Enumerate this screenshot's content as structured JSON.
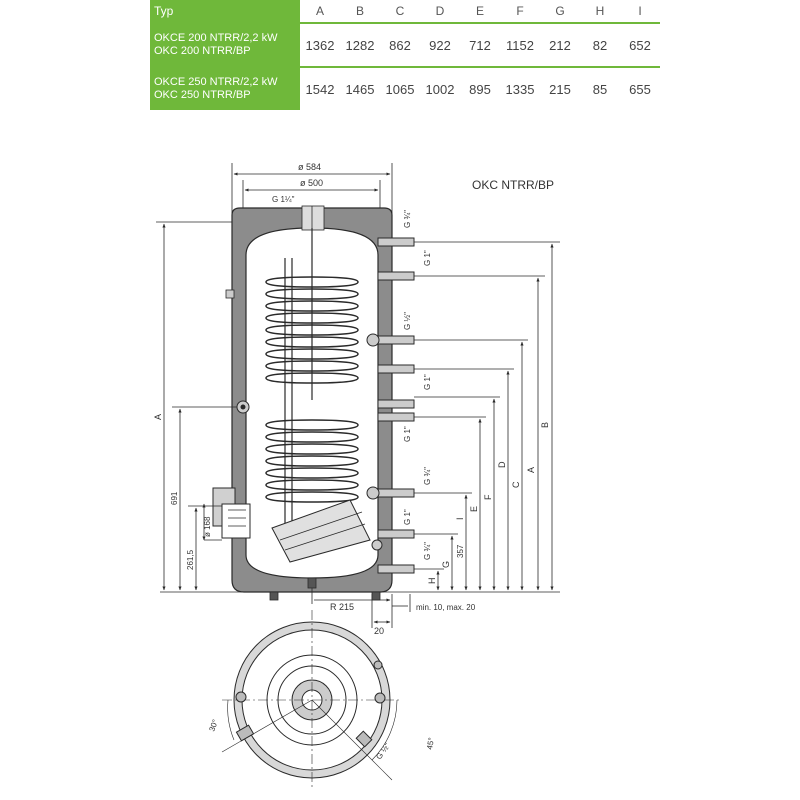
{
  "table": {
    "header": [
      "Typ",
      "A",
      "B",
      "C",
      "D",
      "E",
      "F",
      "G",
      "H",
      "I"
    ],
    "rows": [
      {
        "models": [
          "OKCE 200 NTRR/2,2 kW",
          "OKC 200 NTRR/BP"
        ],
        "values": [
          "1362",
          "1282",
          "862",
          "922",
          "712",
          "1152",
          "212",
          "82",
          "652"
        ]
      },
      {
        "models": [
          "OKCE 250 NTRR/2,2 kW",
          "OKC 250 NTRR/BP"
        ],
        "values": [
          "1542",
          "1465",
          "1065",
          "1002",
          "895",
          "1335",
          "215",
          "85",
          "655"
        ]
      }
    ]
  },
  "diagram": {
    "model_label": "OKC NTRR/BP",
    "dim_outer": "ø 584",
    "dim_inner": "ø 500",
    "top_connection": "G 1¼\"",
    "side_connections": [
      "G ¾\"",
      "G 1\"",
      "G ½\"",
      "G 1\"",
      "G 1\"",
      "G ¾\"",
      "G 1\"",
      "G ¾\""
    ],
    "letters_right": [
      "B",
      "A",
      "C",
      "D",
      "F",
      "E",
      "I",
      "G",
      "H"
    ],
    "dim_a": "A",
    "dim_691": "691",
    "dim_2615": "261,5",
    "dim_168": "ø 168",
    "dim_357": "357",
    "dim_r215": "R 215",
    "dim_20": "20",
    "dim_min_max": "min. 10, max. 20",
    "angle_30": "30°",
    "angle_45": "45°",
    "plan_connection": "G ½\""
  },
  "colors": {
    "accent": "#6fb83a",
    "insulation": "#8c8c8c",
    "line": "#2a2a2a"
  }
}
